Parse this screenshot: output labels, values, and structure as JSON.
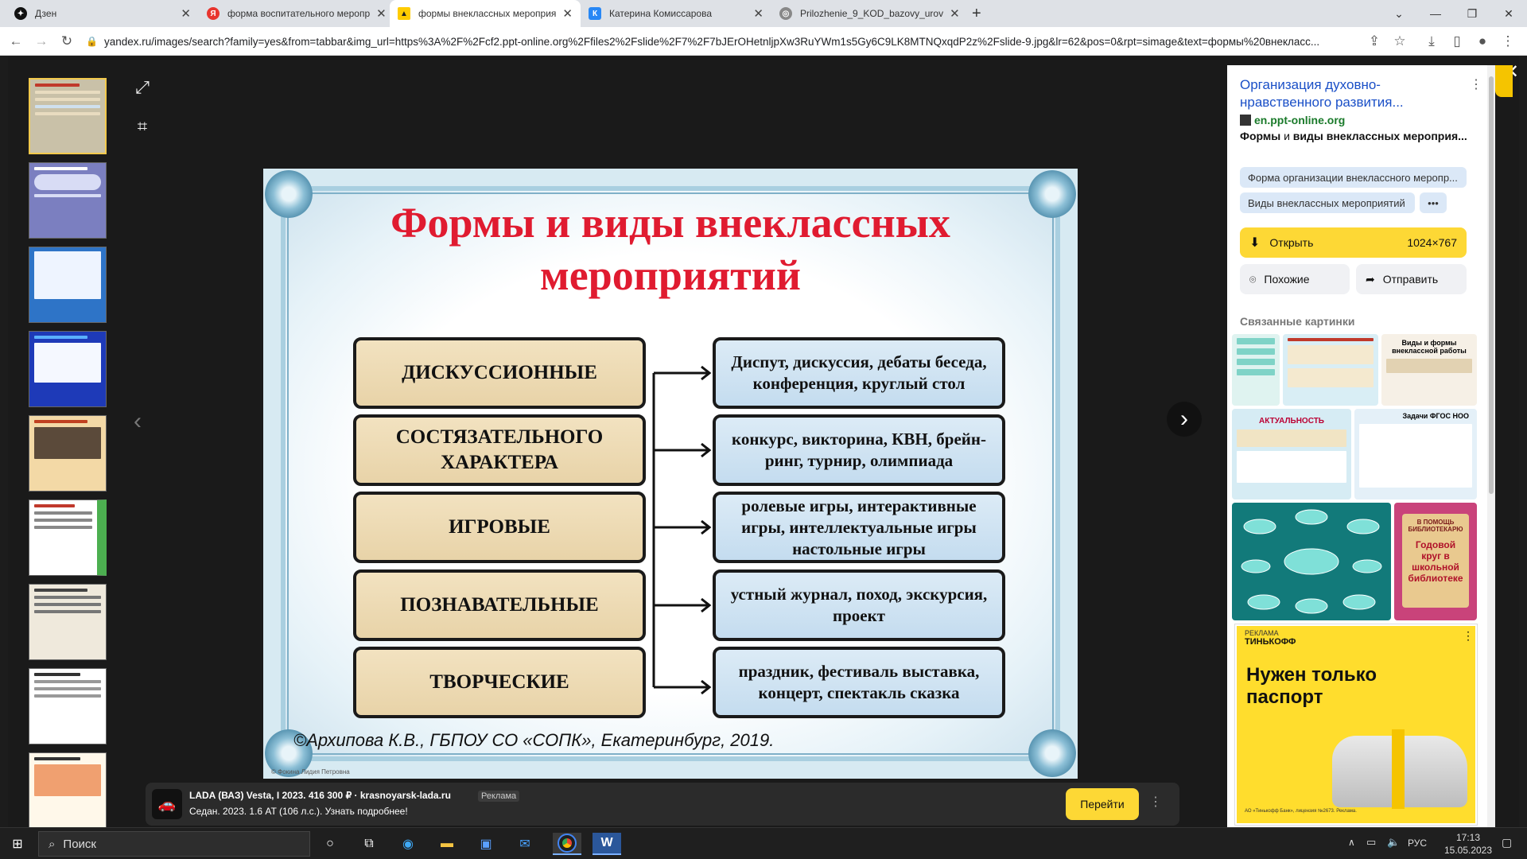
{
  "tabs": [
    {
      "title": "Дзен",
      "icon": "zen-icon",
      "color": "#111111"
    },
    {
      "title": "форма воспитательного меропр",
      "icon": "yandex-icon",
      "color": "#e8352e"
    },
    {
      "title": "формы внеклассных мероприя",
      "icon": "images-icon",
      "color": "#ffcc00"
    },
    {
      "title": "Катерина Комиссарова",
      "icon": "vk-icon",
      "color": "#2787f5"
    },
    {
      "title": "Prilozhenie_9_KOD_bazovy_urov",
      "icon": "globe-icon",
      "color": "#777777"
    }
  ],
  "new_tab": "+",
  "address": {
    "url": "yandex.ru/images/search?family=yes&from=tabbar&img_url=https%3A%2F%2Fcf2.ppt-online.org%2Ffiles2%2Fslide%2F7%2F7bJErOHetnljpXw3RuYWm1s5Gy6C9LK8MTNQxqdP2z%2Fslide-9.jpg&lr=62&pos=0&rpt=simage&text=формы%20внекласс..."
  },
  "slide": {
    "title_line1": "Формы и виды внеклассных",
    "title_line2": "мероприятий",
    "rows": [
      {
        "left": "ДИСКУССИОННЫЕ",
        "right": "Диспут, дискуссия, дебаты беседа, конференция, круглый стол"
      },
      {
        "left": "СОСТЯЗАТЕЛЬНОГО ХАРАКТЕРА",
        "right": "конкурс, викторина, КВН, брейн-ринг, турнир, олимпиада"
      },
      {
        "left": "ИГРОВЫЕ",
        "right": "ролевые игры, интерактивные игры, интеллектуальные игры настольные игры"
      },
      {
        "left": "ПОЗНАВАТЕЛЬНЫЕ",
        "right": "устный журнал, поход, экскурсия, проект"
      },
      {
        "left": "ТВОРЧЕСКИЕ",
        "right": "праздник, фестиваль выставка, концерт, спектакль сказка"
      }
    ],
    "credit": "©Архипова К.В., ГБПОУ СО «СОПК», Екатеринбург, 2019.",
    "watermark": "© Фокина Лидия Петровна"
  },
  "panel": {
    "title": "Организация духовно-нравственного развития...",
    "source": "en.ppt-online.org",
    "subtitle_bold1": "Формы",
    "subtitle_mid": " и ",
    "subtitle_bold2": "виды внеклассных мероприя...",
    "chip1": "Форма организации внеклассного меропр...",
    "chip2": "Виды внеклассных мероприятий",
    "chip_more": "•••",
    "open_label": "Открыть",
    "open_size": "1024×767",
    "similar_label": "Похожие",
    "share_label": "Отправить",
    "related_heading": "Связанные картинки",
    "related_texts": [
      "АКТУАЛЬНОСТЬ",
      "Задачи ФГОС НОО",
      "Виды и формы внеклассной работы",
      "В ПОМОЩЬ БИБЛИОТЕКАРЮ",
      "Годовой круг в школьной библиотеке"
    ],
    "ad_label": "РЕКЛАМА",
    "ad_brand": "ТИНЬКОФФ",
    "ad_text": "Нужен только паспорт",
    "ad_fine": "АО «Тинькофф Банк», лицензия №2673. Реклама."
  },
  "bottom_ad": {
    "title": "LADA (ВАЗ) Vesta, I 2023. 416 300 ₽ · krasnoyarsk-lada.ru",
    "badge": "Реклама",
    "text": "Седан. 2023. 1.6 AT (106 л.с.). Узнать подробнее!",
    "button": "Перейти"
  },
  "taskbar": {
    "search": "Поиск",
    "lang": "РУС",
    "time": "17:13",
    "date": "15.05.2023"
  }
}
